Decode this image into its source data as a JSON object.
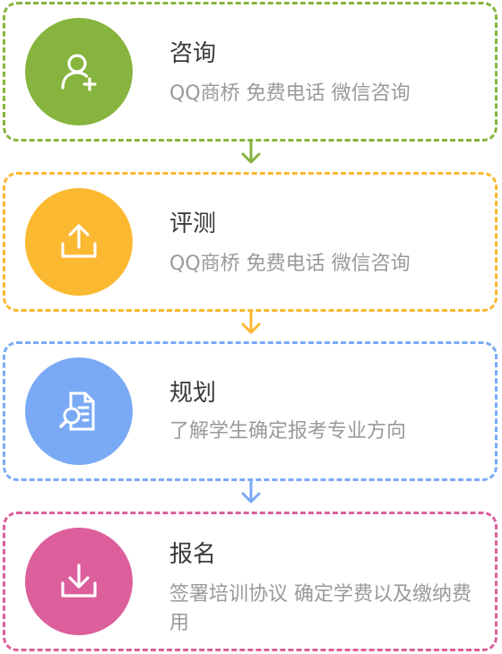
{
  "steps": [
    {
      "title": "咨询",
      "desc": "QQ商桥 免费电话 微信咨询",
      "color": "#86b43e",
      "icon": "user-add-icon"
    },
    {
      "title": "评测",
      "desc": "QQ商桥 免费电话 微信咨询",
      "color": "#fbb831",
      "icon": "upload-icon"
    },
    {
      "title": "规划",
      "desc": "了解学生确定报考专业方向",
      "color": "#7aaaf5",
      "icon": "document-search-icon"
    },
    {
      "title": "报名",
      "desc": "签署培训协议 确定学费以及缴纳费用",
      "color": "#dc5f9c",
      "icon": "download-icon"
    }
  ]
}
